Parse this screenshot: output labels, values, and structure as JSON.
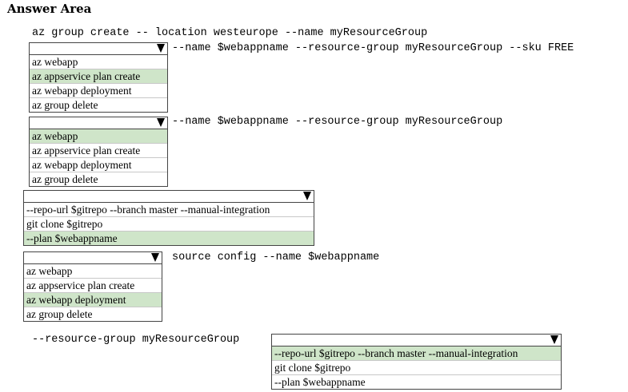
{
  "heading": "Answer Area",
  "lines": {
    "l1": "az group create -- location westeurope --name myResourceGroup",
    "l2": "--name $webappname --resource-group myResourceGroup --sku FREE",
    "l3": "--name $webappname --resource-group myResourceGroup",
    "l5": "source config --name $webappname",
    "l6": "--resource-group myResourceGroup"
  },
  "dropdowns": {
    "d1": {
      "options": [
        "az webapp",
        "az appservice plan create",
        "az webapp deployment",
        "az group delete"
      ],
      "selected": "az appservice plan create"
    },
    "d2": {
      "options": [
        "az webapp",
        "az appservice plan create",
        "az webapp deployment",
        "az group delete"
      ],
      "selected": "az webapp"
    },
    "d3": {
      "options": [
        "--repo-url $gitrepo --branch master --manual-integration",
        "git clone $gitrepo",
        "--plan $webappname"
      ],
      "selected": "--plan $webappname"
    },
    "d4": {
      "options": [
        "az webapp",
        "az appservice plan create",
        "az webapp deployment",
        "az group delete"
      ],
      "selected": "az webapp deployment"
    },
    "d5": {
      "options": [
        "--repo-url $gitrepo --branch master --manual-integration",
        "git clone $gitrepo",
        "--plan $webappname"
      ],
      "selected": "--repo-url $gitrepo --branch master --manual-integration"
    }
  },
  "colors": {
    "selected_highlight": "#cfe5c9"
  }
}
